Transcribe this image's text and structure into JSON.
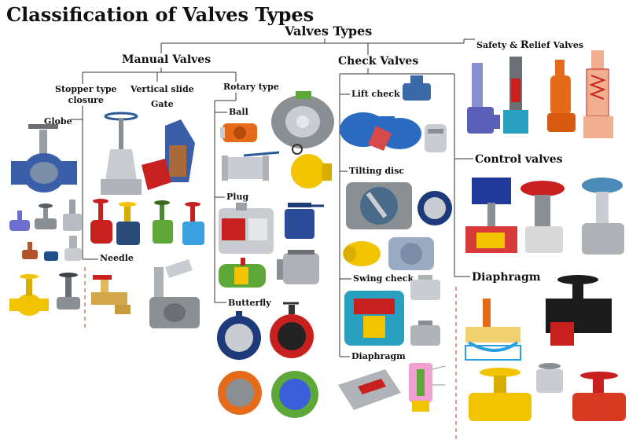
{
  "title": "Classification of Valves Types",
  "root": "Valves Types",
  "manual": {
    "label": "Manual Valves",
    "stopper": "Stopper type\nclosure",
    "vertical": "Vertical slide\nGate",
    "rotary": "Rotary type",
    "globe": "Globe",
    "needle": "Needle",
    "ball": "Ball",
    "plug": "Plug",
    "butterfly": "Butterfly"
  },
  "check": {
    "label": "Check Valves",
    "lift": "Lift check",
    "tilting": "Tilting disc",
    "swing": "Swing check",
    "diaphragm": "Diaphragm"
  },
  "safety": {
    "prefix": "Safety & ",
    "big": "R",
    "rest": "elief Valves"
  },
  "control": "Control valves",
  "diaphragm": "Diaphragm",
  "colors": {
    "blue": "#3a5fa8",
    "red": "#c8201e",
    "yellow": "#f2c400",
    "gray": "#9aa0a6",
    "green": "#5ea83a",
    "orange": "#e56a1a",
    "black": "#1c1c1c"
  }
}
